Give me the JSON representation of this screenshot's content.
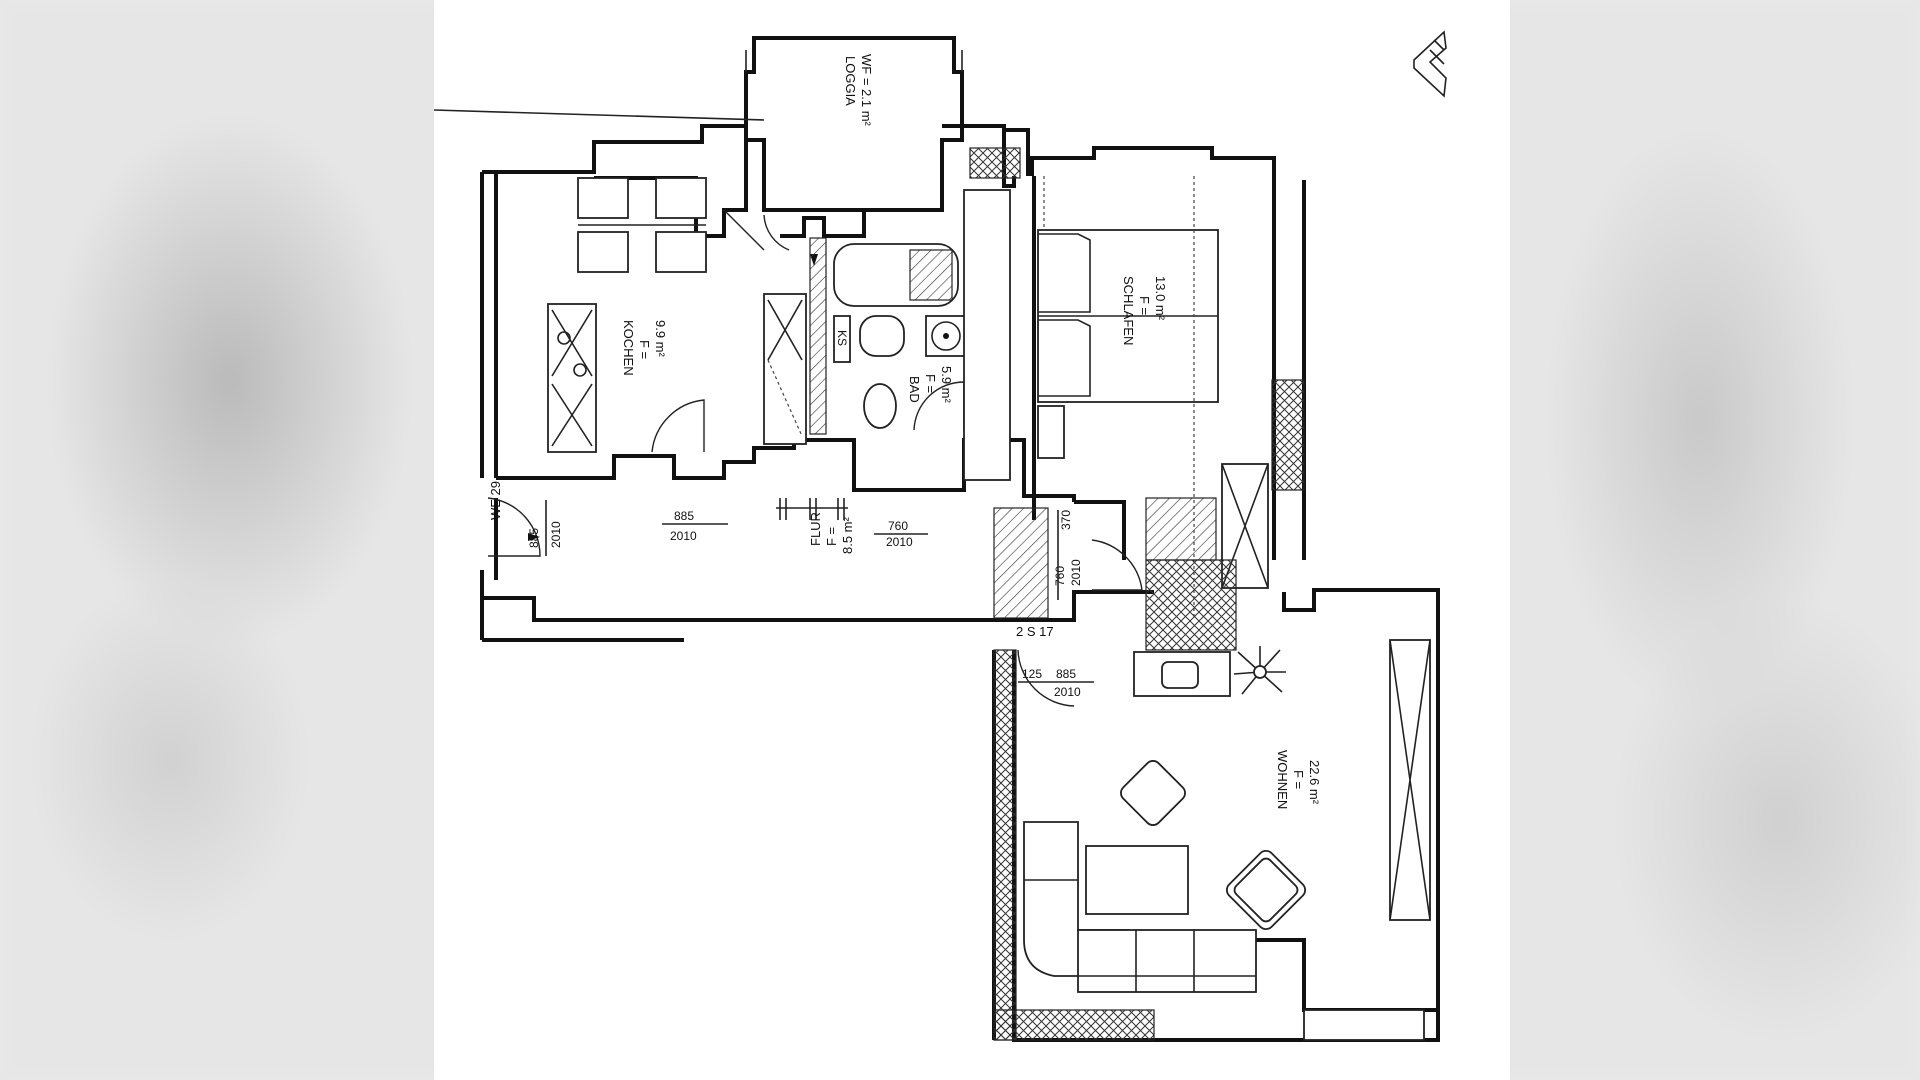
{
  "rooms": {
    "loggia": {
      "name": "LOGGIA",
      "area": "WF = 2.1 m²"
    },
    "kochen": {
      "name": "KOCHEN",
      "f": "F =",
      "area": "9.9 m²"
    },
    "bad": {
      "name": "BAD",
      "f": "F =",
      "area": "5.9 m²"
    },
    "schlafen": {
      "name": "SCHLAFEN",
      "f": "F =",
      "area": "13.0 m²"
    },
    "flur": {
      "name": "FLUR",
      "f": "F =",
      "area": "8.5 m²"
    },
    "wohnen": {
      "name": "WOHNEN",
      "f": "F =",
      "area": "22.6 m²"
    }
  },
  "labels": {
    "we": "WE 29",
    "stair": "2 S 17",
    "small_ks": "KS"
  },
  "dimensions": {
    "entry_w": "885",
    "entry_h": "2010",
    "kochen_w": "885",
    "kochen_h": "2010",
    "bad_w": "760",
    "bad_h": "2010",
    "schlafen_w": "760",
    "schlafen_h": "2010",
    "schlafen_side": "370",
    "wohnen_w": "885",
    "wohnen_h": "2010",
    "wohnen_offset": "125"
  },
  "colors": {
    "line": "#111111",
    "paper": "#ffffff",
    "background": "#e6e6e6"
  }
}
